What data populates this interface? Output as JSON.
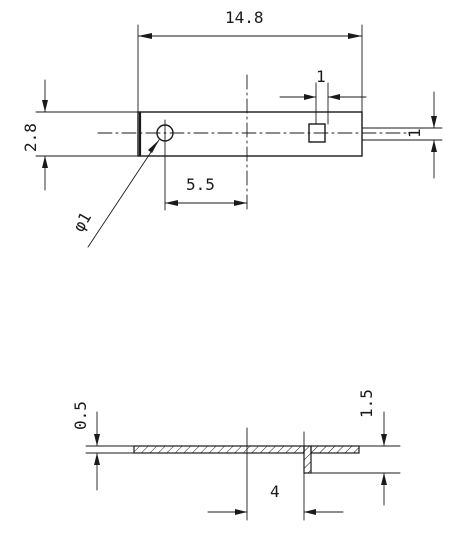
{
  "dimensions": {
    "total_length": "14.8",
    "thickness_top": "2.8",
    "slot_width": "1",
    "slot_height": "1",
    "hole_offset": "5.5",
    "hole_diameter": "φ1",
    "sheet_thickness": "0.5",
    "step_height": "1.5",
    "step_offset": "4"
  },
  "colors": {
    "ink": "#1a1a1a",
    "paper": "#ffffff"
  }
}
